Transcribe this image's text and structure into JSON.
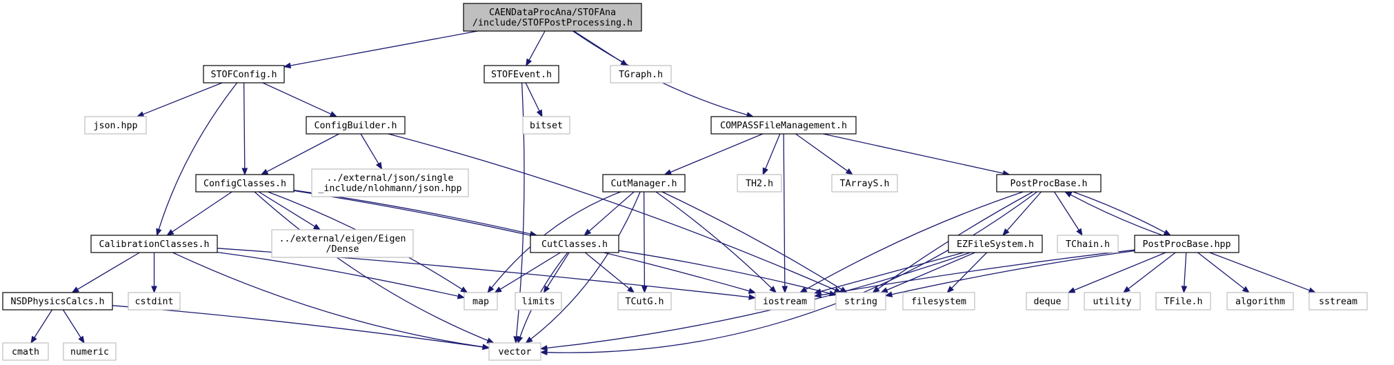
{
  "graph": {
    "title_lines": [
      "CAENDataProcAna/STOFAna",
      "/include/STOFPostProcessing.h"
    ],
    "nodes": {
      "root": "CAENDataProcAna/STOFAna\n/include/STOFPostProcessing.h",
      "stofconfig": "STOFConfig.h",
      "stofevent": "STOFEvent.h",
      "tgraph": "TGraph.h",
      "jsonhpp": "json.hpp",
      "configbuilder": "ConfigBuilder.h",
      "bitset": "bitset",
      "compass": "COMPASSFileManagement.h",
      "configclasses": "ConfigClasses.h",
      "extjson": "../external/json/single\n_include/nlohmann/json.hpp",
      "cutmanager": "CutManager.h",
      "th2": "TH2.h",
      "tarrays": "TArrayS.h",
      "postprocbase_h": "PostProcBase.h",
      "calibration": "CalibrationClasses.h",
      "exteigen": "../external/eigen/Eigen\n/Dense",
      "cutclasses": "CutClasses.h",
      "ezfs": "EZFileSystem.h",
      "tchain": "TChain.h",
      "postprocbase_hpp": "PostProcBase.hpp",
      "nsd": "NSDPhysicsCalcs.h",
      "cstdint": "cstdint",
      "map": "map",
      "limits": "limits",
      "tcutg": "TCutG.h",
      "iostream": "iostream",
      "string": "string",
      "filesystem": "filesystem",
      "deque": "deque",
      "utility": "utility",
      "tfile": "TFile.h",
      "algorithm": "algorithm",
      "sstream": "sstream",
      "cmath": "cmath",
      "numeric": "numeric",
      "vector": "vector"
    }
  },
  "colors": {
    "edge": "#191970",
    "root_fill": "#bfbfbf",
    "doc_border": "#000000",
    "ext_border": "#bfbfbf"
  }
}
